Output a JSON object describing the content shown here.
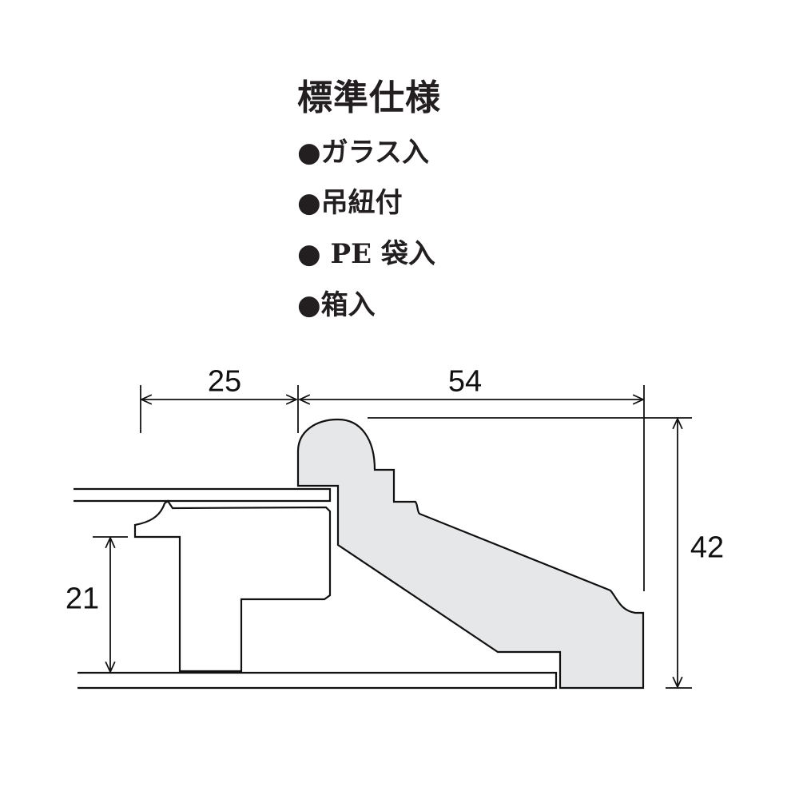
{
  "title": "標準仕様",
  "specs": [
    "●ガラス入",
    "●吊紐付",
    "● PE 袋入",
    "●箱入"
  ],
  "dimensions": {
    "top_left_width": "25",
    "top_right_width": "54",
    "total_height": "42",
    "inner_depth": "21"
  },
  "colors": {
    "line": "#111111",
    "profile_fill": "#e6e7e9"
  }
}
